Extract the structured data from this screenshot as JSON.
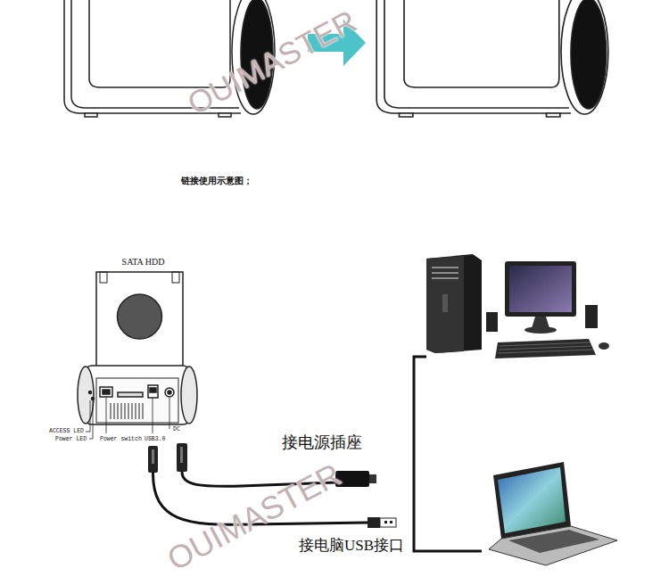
{
  "diagram": {
    "title": "链接使用示意图；",
    "nodes": [
      {
        "text": [
          "SATA HDD"
        ]
      }
    ],
    "labels": [
      "ACCESS LED",
      "Power LED",
      "Power switch",
      "USB3.0",
      "DC",
      "接电源插座",
      "接电脑USB接口",
      "OUIMASTER",
      "OUIMASTER"
    ]
  }
}
